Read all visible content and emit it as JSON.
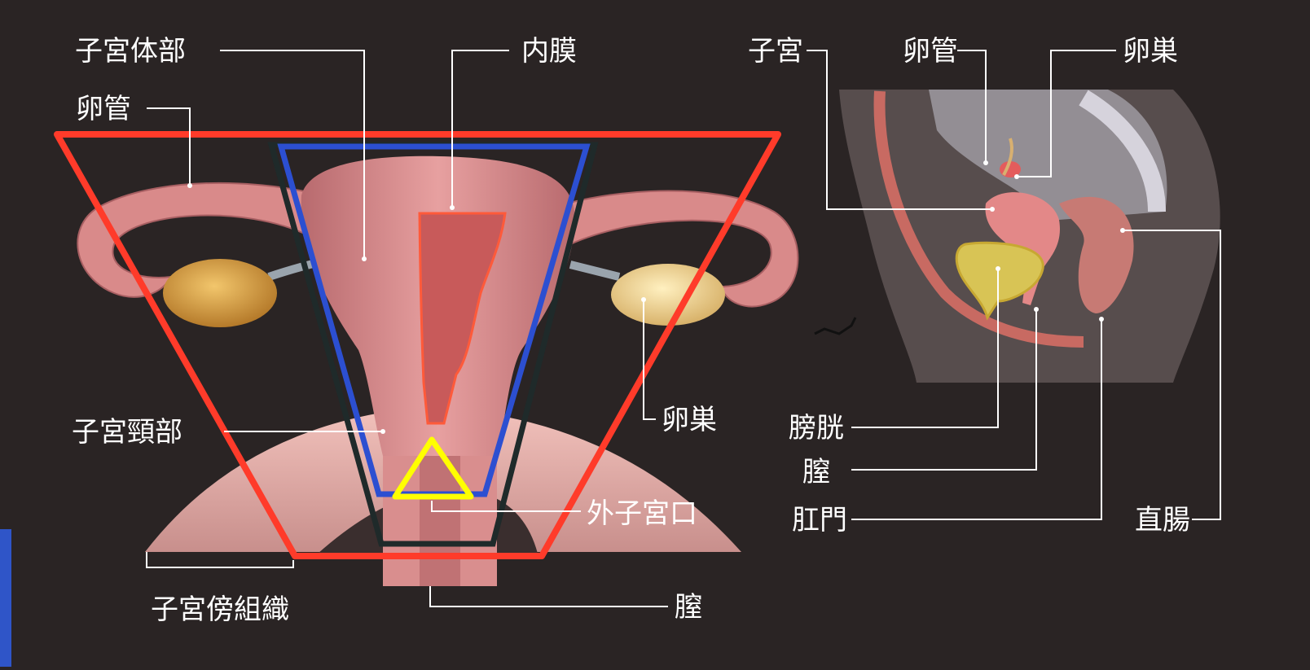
{
  "left_diagram": {
    "labels": {
      "uterine_body": "子宮体部",
      "endometrium": "内膜",
      "fallopian_tube": "卵管",
      "ovary": "卵巣",
      "cervix": "子宮頸部",
      "external_os": "外子宮口",
      "parametrium": "子宮傍組織",
      "vagina": "膣"
    }
  },
  "right_diagram": {
    "labels": {
      "uterus": "子宮",
      "fallopian_tube": "卵管",
      "ovary": "卵巣",
      "bladder": "膀胱",
      "vagina": "膣",
      "anus": "肛門",
      "rectum": "直腸"
    }
  },
  "colors": {
    "background": "#2a2424",
    "tissue": "#d98a8a",
    "ovary": "#d6a24a",
    "bladder": "#d8c455",
    "red_outline": "#ff3b2a",
    "blue_outline": "#2c4fd1",
    "yellow_marker": "#ffff00",
    "leader_line": "#ffffff"
  }
}
